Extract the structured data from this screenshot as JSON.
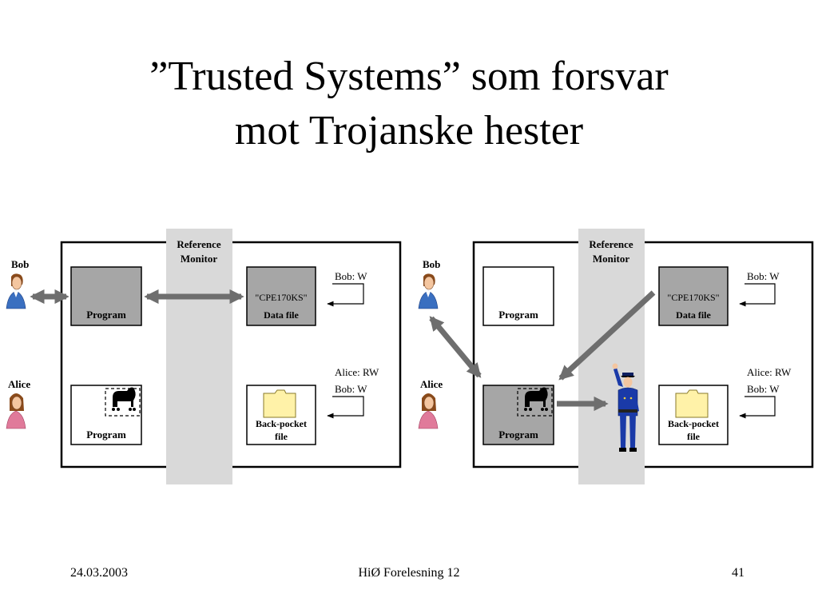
{
  "slide": {
    "title_line1": "”Trusted Systems” som forsvar",
    "title_line2": "mot Trojanske hester"
  },
  "diagram": {
    "reference_monitor_line1": "Reference",
    "reference_monitor_line2": "Monitor",
    "bob_label": "Bob",
    "alice_label": "Alice",
    "program_label": "Program",
    "data_file_name": "\"CPE170KS\"",
    "data_file_label": "Data file",
    "data_file_acl": "Bob: W",
    "backpocket_label_line1": "Back-pocket",
    "backpocket_label_line2": "file",
    "backpocket_acl_line1": "Alice: RW",
    "backpocket_acl_line2": "Bob: W"
  },
  "footer": {
    "date": "24.03.2003",
    "center": "HiØ Forelesning 12",
    "page": "41"
  },
  "colors": {
    "monitor_band": "#d9d9d9",
    "program_gray": "#a6a6a6",
    "arrow": "#6e6e6e",
    "folder": "#fff2a8",
    "police_blue": "#1a3aa8"
  }
}
